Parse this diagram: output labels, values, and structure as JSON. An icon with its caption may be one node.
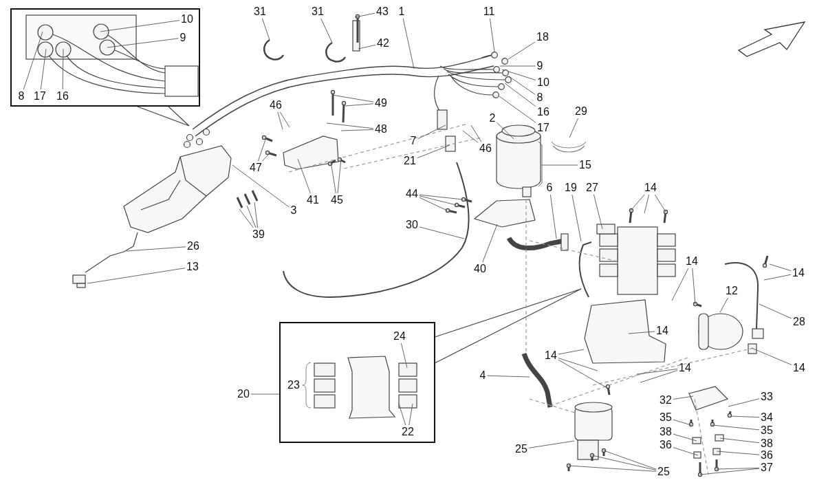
{
  "diagram": {
    "nodes": [
      {
        "text": [],
        "shape": "box"
      },
      {
        "text": [
          "10"
        ],
        "in": 0
      },
      {
        "text": [
          "9"
        ],
        "in": 0
      },
      {
        "text": [
          "8"
        ],
        "in": 0
      },
      {
        "text": [
          "17"
        ],
        "in": 0
      },
      {
        "text": [
          "16"
        ],
        "in": 0
      },
      {
        "text": [
          "31"
        ]
      },
      {
        "text": [
          "31"
        ]
      },
      {
        "text": [
          "43"
        ]
      },
      {
        "text": [
          "1"
        ]
      },
      {
        "text": [
          "11"
        ]
      },
      {
        "text": [
          "18"
        ]
      },
      {
        "text": [
          "42"
        ]
      },
      {
        "text": [
          "9"
        ]
      },
      {
        "text": [
          "10"
        ]
      },
      {
        "text": [
          "8"
        ]
      },
      {
        "text": [
          "16"
        ]
      },
      {
        "text": [
          "17"
        ]
      },
      {
        "text": [
          "49"
        ]
      },
      {
        "text": [
          "46"
        ]
      },
      {
        "text": [
          "48"
        ]
      },
      {
        "text": [
          "2"
        ]
      },
      {
        "text": [
          "29"
        ]
      },
      {
        "text": [
          "7"
        ]
      },
      {
        "text": [
          "46"
        ]
      },
      {
        "text": [
          "21"
        ]
      },
      {
        "text": [
          "15"
        ]
      },
      {
        "text": [
          "47"
        ]
      },
      {
        "text": [
          "41"
        ]
      },
      {
        "text": [
          "45"
        ]
      },
      {
        "text": [
          "3"
        ]
      },
      {
        "text": [
          "44"
        ]
      },
      {
        "text": [
          "6"
        ]
      },
      {
        "text": [
          "19"
        ]
      },
      {
        "text": [
          "27"
        ]
      },
      {
        "text": [
          "14"
        ]
      },
      {
        "text": [
          "30"
        ]
      },
      {
        "text": [
          "39"
        ]
      },
      {
        "text": [
          "26"
        ]
      },
      {
        "text": [
          "40"
        ]
      },
      {
        "text": [
          "14"
        ]
      },
      {
        "text": [
          "14"
        ]
      },
      {
        "text": [
          "13"
        ]
      },
      {
        "text": [
          "12"
        ]
      },
      {
        "text": [
          "28"
        ]
      },
      {
        "text": [
          "14"
        ]
      },
      {
        "text": [],
        "shape": "box"
      },
      {
        "text": [
          "24"
        ],
        "in": 46
      },
      {
        "text": [
          "23"
        ],
        "in": 46
      },
      {
        "text": [
          "22"
        ],
        "in": 46
      },
      {
        "text": [
          "20"
        ]
      },
      {
        "text": [
          "14"
        ]
      },
      {
        "text": [
          "14"
        ]
      },
      {
        "text": [
          "14"
        ]
      },
      {
        "text": [
          "4"
        ]
      },
      {
        "text": [
          "32"
        ]
      },
      {
        "text": [
          "33"
        ]
      },
      {
        "text": [
          "35"
        ]
      },
      {
        "text": [
          "34"
        ]
      },
      {
        "text": [
          "35"
        ]
      },
      {
        "text": [
          "38"
        ]
      },
      {
        "text": [
          "38"
        ]
      },
      {
        "text": [
          "36"
        ]
      },
      {
        "text": [
          "36"
        ]
      },
      {
        "text": [
          "25"
        ]
      },
      {
        "text": [
          "37"
        ]
      },
      {
        "text": [
          "25"
        ]
      },
      {
        "text": [],
        "shape": "picture"
      },
      {
        "text": [],
        "shape": "picture"
      },
      {
        "text": [],
        "shape": "picture"
      },
      {
        "text": [],
        "shape": "picture"
      },
      {
        "text": [],
        "shape": "circle"
      },
      {
        "text": [],
        "shape": "circle"
      },
      {
        "text": [],
        "shape": "circle"
      },
      {
        "text": [],
        "shape": "circle"
      },
      {
        "text": [],
        "shape": "circle"
      },
      {
        "text": [],
        "shape": "circle"
      },
      {
        "text": [],
        "shape": "circle"
      },
      {
        "text": [],
        "shape": "bar"
      }
    ],
    "edges": [
      {
        "from": 1,
        "to": null,
        "arrow": "none"
      },
      {
        "from": 2,
        "to": null,
        "arrow": "none"
      },
      {
        "from": 3,
        "to": null,
        "arrow": "none"
      },
      {
        "from": 4,
        "to": null,
        "arrow": "none"
      },
      {
        "from": 5,
        "to": null,
        "arrow": "none"
      },
      {
        "from": 6,
        "to": null,
        "arrow": "none"
      },
      {
        "from": 7,
        "to": null,
        "arrow": "none"
      },
      {
        "from": 8,
        "to": null,
        "arrow": "none"
      },
      {
        "from": 9,
        "to": null,
        "arrow": "none"
      },
      {
        "from": 10,
        "to": 71,
        "arrow": "none"
      },
      {
        "from": 11,
        "to": 72,
        "arrow": "none"
      },
      {
        "from": 12,
        "to": null,
        "arrow": "none"
      },
      {
        "from": 13,
        "to": 73,
        "arrow": "none"
      },
      {
        "from": 14,
        "to": 74,
        "arrow": "none"
      },
      {
        "from": 15,
        "to": 75,
        "arrow": "none"
      },
      {
        "from": 16,
        "to": 76,
        "arrow": "none"
      },
      {
        "from": 17,
        "to": 77,
        "arrow": "none"
      },
      {
        "from": 18,
        "to": null,
        "arrow": "none"
      },
      {
        "from": 18,
        "to": null,
        "arrow": "none"
      },
      {
        "from": 19,
        "to": null,
        "arrow": "none"
      },
      {
        "from": 19,
        "to": null,
        "arrow": "none"
      },
      {
        "from": 20,
        "to": null,
        "arrow": "none"
      },
      {
        "from": 20,
        "to": null,
        "arrow": "none"
      },
      {
        "from": 21,
        "to": null,
        "arrow": "none"
      },
      {
        "from": 22,
        "to": 78,
        "arrow": "none"
      },
      {
        "from": 23,
        "to": null,
        "arrow": "none"
      },
      {
        "from": 24,
        "to": null,
        "arrow": "none"
      },
      {
        "from": 24,
        "to": null,
        "arrow": "none"
      },
      {
        "from": 25,
        "to": null,
        "arrow": "none"
      },
      {
        "from": 26,
        "to": null,
        "arrow": "none"
      },
      {
        "from": 27,
        "to": null,
        "arrow": "none"
      },
      {
        "from": 27,
        "to": null,
        "arrow": "none"
      },
      {
        "from": 28,
        "to": null,
        "arrow": "none"
      },
      {
        "from": 29,
        "to": null,
        "arrow": "none"
      },
      {
        "from": 29,
        "to": null,
        "arrow": "none"
      },
      {
        "from": 30,
        "to": 67,
        "arrow": "none"
      },
      {
        "from": 31,
        "to": null,
        "arrow": "none"
      },
      {
        "from": 31,
        "to": null,
        "arrow": "none"
      },
      {
        "from": 31,
        "to": null,
        "arrow": "none"
      },
      {
        "from": 32,
        "to": null,
        "arrow": "none"
      },
      {
        "from": 33,
        "to": null,
        "arrow": "none"
      },
      {
        "from": 34,
        "to": null,
        "arrow": "none"
      },
      {
        "from": 35,
        "to": null,
        "arrow": "none"
      },
      {
        "from": 35,
        "to": null,
        "arrow": "none"
      },
      {
        "from": 35,
        "to": null,
        "arrow": "none"
      },
      {
        "from": 36,
        "to": null,
        "arrow": "none"
      },
      {
        "from": 37,
        "to": 68,
        "arrow": "none"
      },
      {
        "from": 37,
        "to": 69,
        "arrow": "none"
      },
      {
        "from": 37,
        "to": 70,
        "arrow": "none"
      },
      {
        "from": 38,
        "to": null,
        "arrow": "none"
      },
      {
        "from": 39,
        "to": null,
        "arrow": "none"
      },
      {
        "from": 40,
        "to": null,
        "arrow": "none"
      },
      {
        "from": 40,
        "to": null,
        "arrow": "none"
      },
      {
        "from": 41,
        "to": null,
        "arrow": "none"
      },
      {
        "from": 41,
        "to": null,
        "arrow": "none"
      },
      {
        "from": 42,
        "to": null,
        "arrow": "none"
      },
      {
        "from": 43,
        "to": null,
        "arrow": "none"
      },
      {
        "from": 44,
        "to": null,
        "arrow": "none"
      },
      {
        "from": 45,
        "to": null,
        "arrow": "none"
      },
      {
        "from": 47,
        "to": null,
        "arrow": "none"
      },
      {
        "from": 49,
        "to": null,
        "arrow": "none"
      },
      {
        "from": 49,
        "to": null,
        "arrow": "none"
      },
      {
        "from": 50,
        "to": 46,
        "arrow": "none"
      },
      {
        "from": 51,
        "to": null,
        "arrow": "none"
      },
      {
        "from": 51,
        "to": null,
        "arrow": "none"
      },
      {
        "from": 51,
        "to": null,
        "arrow": "none"
      },
      {
        "from": 52,
        "to": null,
        "arrow": "none"
      },
      {
        "from": 52,
        "to": null,
        "arrow": "none"
      },
      {
        "from": 53,
        "to": null,
        "arrow": "none"
      },
      {
        "from": 54,
        "to": null,
        "arrow": "none"
      },
      {
        "from": 55,
        "to": null,
        "arrow": "none"
      },
      {
        "from": 56,
        "to": null,
        "arrow": "none"
      },
      {
        "from": 57,
        "to": null,
        "arrow": "none"
      },
      {
        "from": 58,
        "to": null,
        "arrow": "none"
      },
      {
        "from": 59,
        "to": null,
        "arrow": "none"
      },
      {
        "from": 60,
        "to": null,
        "arrow": "none"
      },
      {
        "from": 61,
        "to": null,
        "arrow": "none"
      },
      {
        "from": 62,
        "to": null,
        "arrow": "none"
      },
      {
        "from": 63,
        "to": null,
        "arrow": "none"
      },
      {
        "from": 64,
        "to": null,
        "arrow": "none"
      },
      {
        "from": 65,
        "to": null,
        "arrow": "none"
      },
      {
        "from": 65,
        "to": null,
        "arrow": "none"
      },
      {
        "from": 66,
        "to": null,
        "arrow": "none"
      },
      {
        "from": 66,
        "to": null,
        "arrow": "none"
      },
      {
        "from": 66,
        "to": null,
        "arrow": "none"
      }
    ]
  }
}
